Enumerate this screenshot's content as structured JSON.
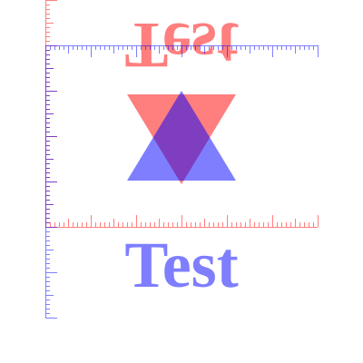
{
  "labels": {
    "upright_text": "Test",
    "mirrored_text": "Test"
  },
  "colors": {
    "red": "#ff0000",
    "blue": "#0000ff",
    "red_opacity": 0.5,
    "blue_opacity": 0.5
  }
}
